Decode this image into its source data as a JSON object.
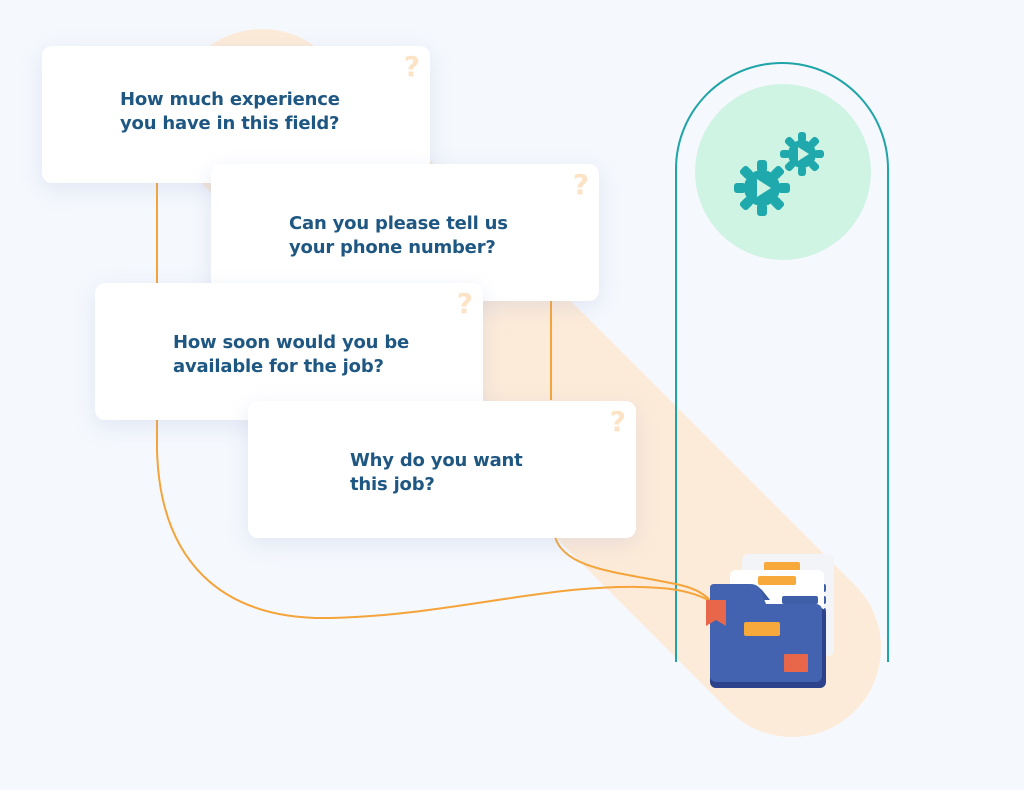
{
  "colors": {
    "background": "#f5f8fd",
    "band": "#fdebd9",
    "card_text": "#1f5783",
    "question_mark": "#fde3c6",
    "connector": "#f4a43a",
    "pill_outline": "#1fa4a7",
    "gear_circle": "#cff4e4",
    "gear": "#1fa9ad",
    "folder": "#4363b0",
    "tag_orange": "#f7a93b",
    "tag_red": "#e8674a"
  },
  "cards": [
    {
      "question": "How much experience\nyou have in this field?",
      "icon": "question-mark-icon"
    },
    {
      "question": "Can you please tell us\nyour phone number?",
      "icon": "question-mark-icon"
    },
    {
      "question": "How soon would you be\navailable for the job?",
      "icon": "question-mark-icon"
    },
    {
      "question": "Why do you want\nthis job?",
      "icon": "question-mark-icon"
    }
  ],
  "icons": {
    "question_mark": "?",
    "automation": "gears-play-icon",
    "destination": "folder-documents-icon"
  }
}
